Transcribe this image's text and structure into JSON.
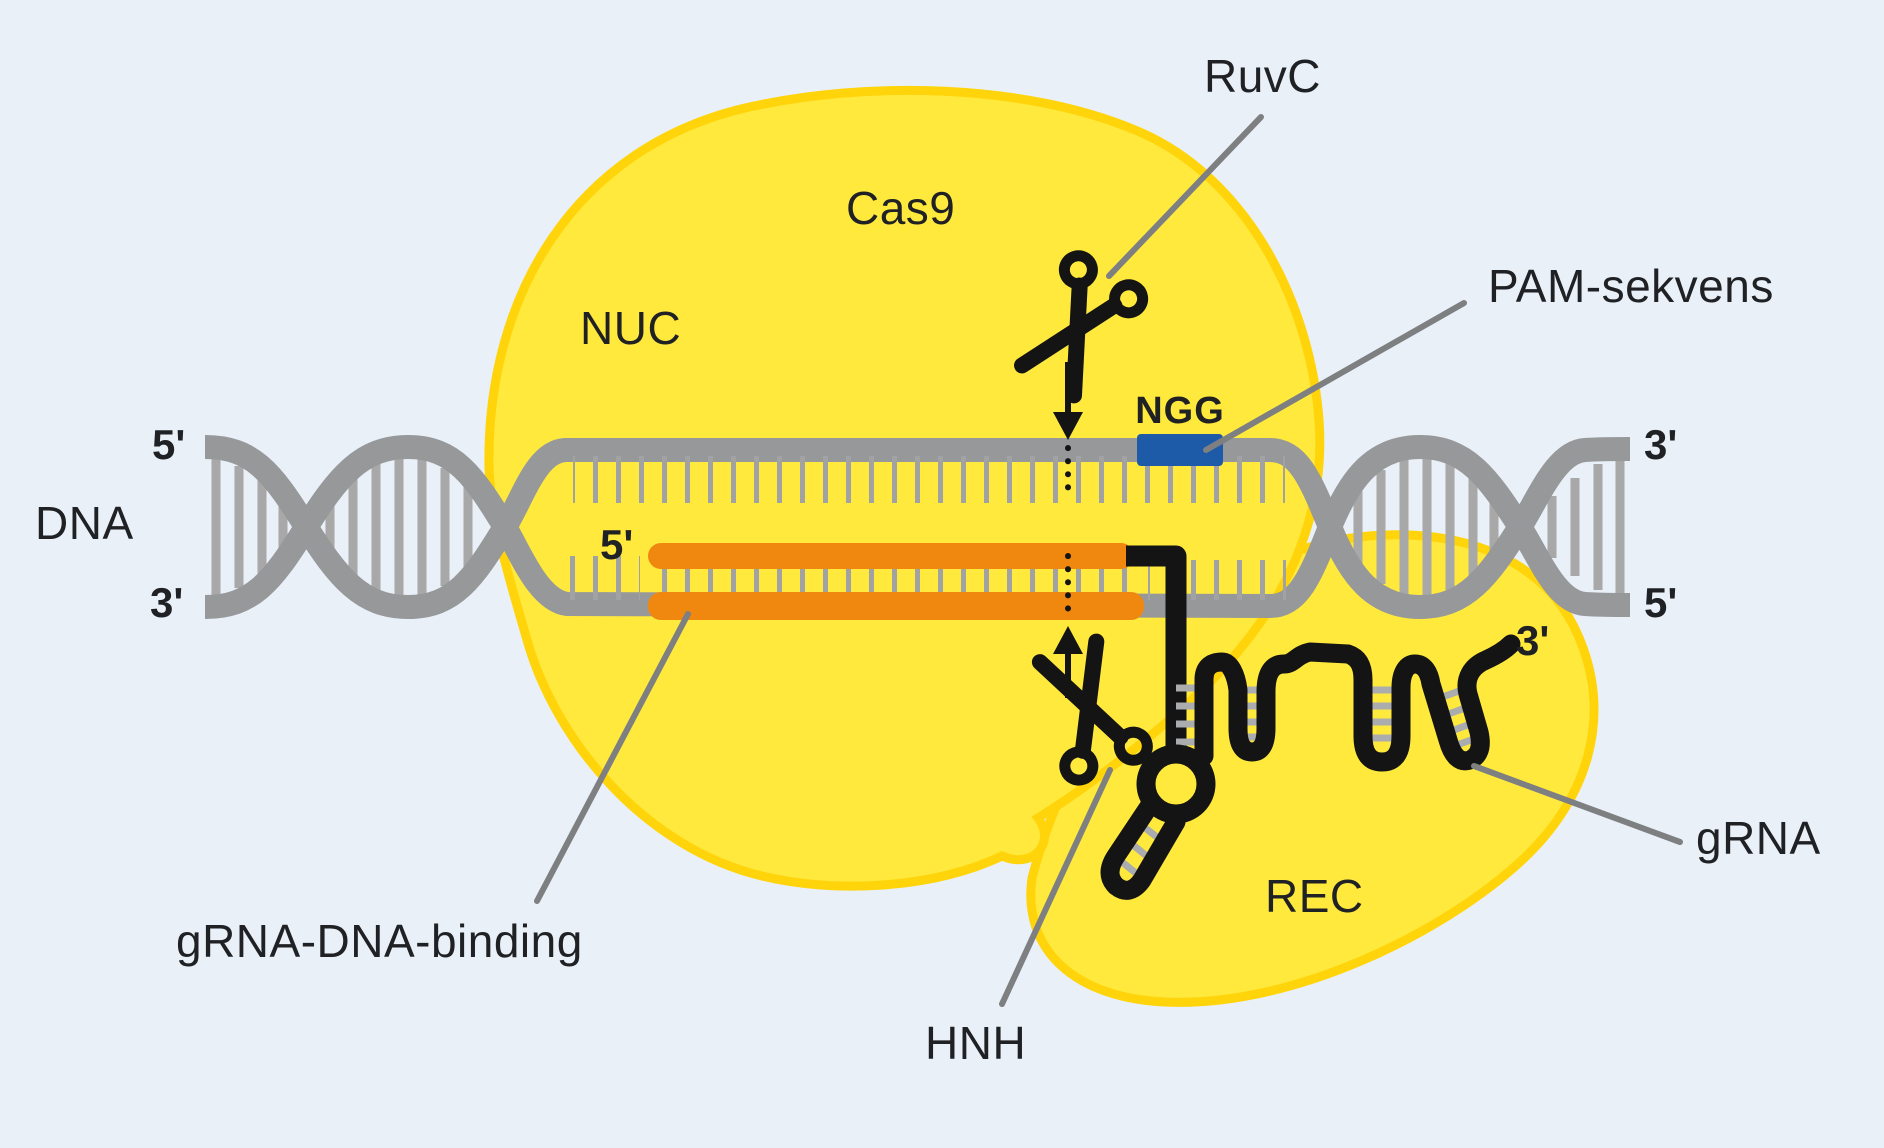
{
  "diagram": {
    "title_label": "Cas9",
    "labels": {
      "cas9": "Cas9",
      "nuc_lobe": "NUC",
      "rec_lobe": "REC",
      "ruvc_domain": "RuvC",
      "hnh_domain": "HNH",
      "pam_sequence": "PAM-sekvens",
      "ngg_motif": "NGG",
      "grna": "gRNA",
      "dna": "DNA",
      "grna_dna_binding": "gRNA-DNA-binding"
    },
    "dna_end_labels": {
      "left_top": "5'",
      "left_bottom": "3'",
      "right_top": "3'",
      "right_bottom": "5'"
    },
    "grna_end_labels": {
      "five_prime": "5'",
      "three_prime": "3'"
    },
    "icons": {
      "ruvc_cut": "scissors-icon",
      "hnh_cut": "scissors-icon",
      "ruvc_cut_direction": "arrow-down-icon",
      "hnh_cut_direction": "arrow-up-icon"
    },
    "colors": {
      "background": "#e9f0f8",
      "protein_fill": "#ffe93c",
      "protein_stroke": "#ffd40a",
      "dna_gray": "#96989a",
      "basepair_gray": "#a8a8a8",
      "grna_orange": "#f0880f",
      "pam_blue": "#1d5aa8",
      "ink_black": "#141414",
      "pointer_gray": "#7d7f81",
      "text_color": "#1f2124"
    }
  }
}
